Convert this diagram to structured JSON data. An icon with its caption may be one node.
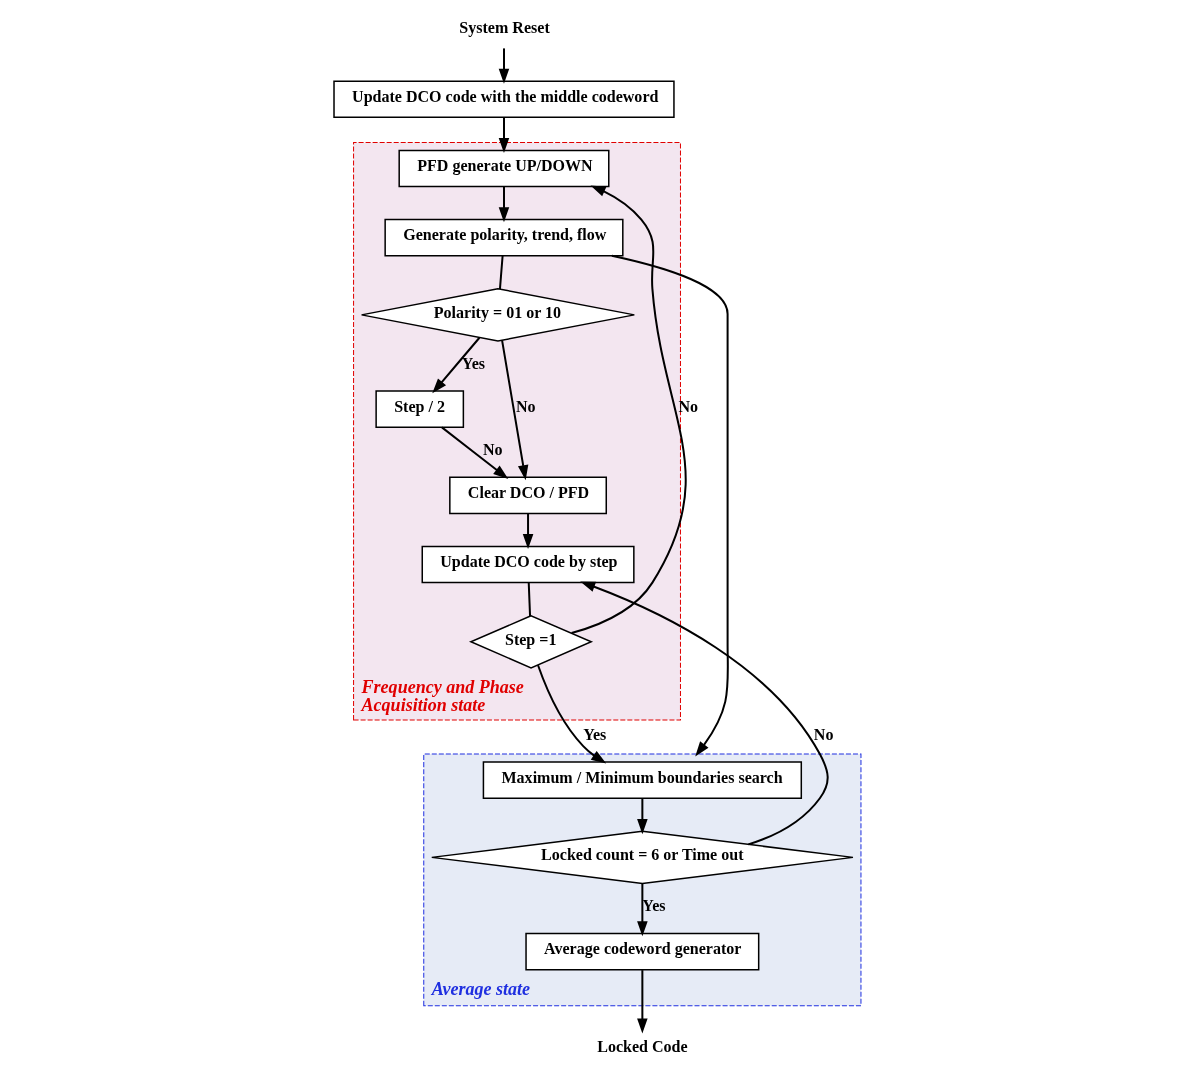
{
  "diagram": {
    "nodes": [
      {
        "text": [
          "System Reset"
        ]
      },
      {
        "text": [
          "Update DCO code with the middle codeword"
        ]
      },
      {
        "text": [
          "Frequency and Phase Acquisition state"
        ]
      },
      {
        "text": [
          "PFD generate UP/DOWN"
        ],
        "in": 2
      },
      {
        "text": [
          "Generate polarity, trend, flow"
        ],
        "in": 2
      },
      {
        "text": [
          "Polarity = 01 or 10"
        ],
        "in": 2
      },
      {
        "text": [
          "Step / 2"
        ],
        "in": 2
      },
      {
        "text": [
          "Clear DCO / PFD"
        ],
        "in": 2
      },
      {
        "text": [
          "Update DCO code by step"
        ],
        "in": 2
      },
      {
        "text": [
          "Step =1"
        ],
        "in": 2
      },
      {
        "text": [
          "Average state"
        ]
      },
      {
        "text": [
          "Maximum / Minimum boundaries search"
        ],
        "in": 10
      },
      {
        "text": [
          "Locked count = 6 or Time out"
        ],
        "in": 10
      },
      {
        "text": [
          "Average codeword generator"
        ],
        "in": 10
      },
      {
        "text": [
          "Locked Code"
        ]
      }
    ],
    "edges": [
      {
        "from": 0,
        "to": 1,
        "arrow": "to"
      },
      {
        "from": 1,
        "to": 3,
        "arrow": "to"
      },
      {
        "from": 3,
        "to": 4,
        "arrow": "to"
      },
      {
        "from": 4,
        "to": 5,
        "arrow": "none"
      },
      {
        "from": 4,
        "to": 10,
        "arrow": "to"
      },
      {
        "from": 5,
        "to": 6,
        "label": "Yes",
        "arrow": "to"
      },
      {
        "from": 6,
        "to": 7,
        "label": "No",
        "arrow": "to"
      },
      {
        "from": 5,
        "to": 7,
        "label": "No",
        "arrow": "to"
      },
      {
        "from": 7,
        "to": 8,
        "arrow": "to"
      },
      {
        "from": 8,
        "to": 9,
        "arrow": "none"
      },
      {
        "from": 9,
        "to": 3,
        "label": "No",
        "arrow": "to"
      },
      {
        "from": 9,
        "to": 11,
        "label": "Yes",
        "arrow": "to"
      },
      {
        "from": 11,
        "to": 12,
        "arrow": "to"
      },
      {
        "from": 12,
        "to": 8,
        "label": "No",
        "arrow": "to"
      },
      {
        "from": 12,
        "to": 13,
        "label": "Yes",
        "arrow": "to"
      },
      {
        "from": 13,
        "to": 14,
        "arrow": "to"
      }
    ]
  }
}
